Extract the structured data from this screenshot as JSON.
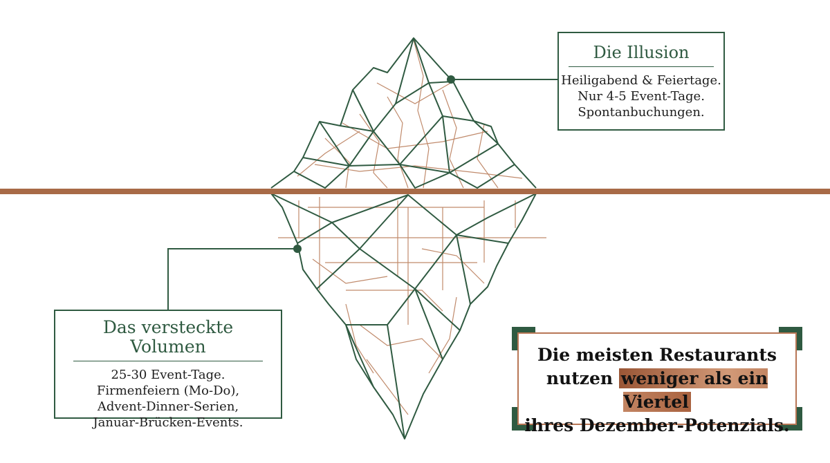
{
  "illusion": {
    "title": "Die Illusion",
    "lines": [
      "Heiligabend & Feiertage.",
      "Nur 4-5 Event-Tage.",
      "Spontanbuchungen."
    ]
  },
  "hidden_volume": {
    "title": "Das versteckte Volumen",
    "lines": [
      "25-30 Event-Tage.",
      "Firmenfeiern (Mo-Do),",
      "Advent-Dinner-Serien,",
      "Januar-Brücken-Events."
    ]
  },
  "callout": {
    "line1": "Die meisten Restaurants",
    "line2_before": "nutzen ",
    "line2_highlight": "weniger als ein Viertel",
    "line3": "ihres Dezember-Potenzials."
  },
  "colors": {
    "green": "#2f5a41",
    "copper": "#b8764f",
    "waterline": "#a86a47"
  },
  "icons": {
    "iceberg": "iceberg-illustration"
  }
}
